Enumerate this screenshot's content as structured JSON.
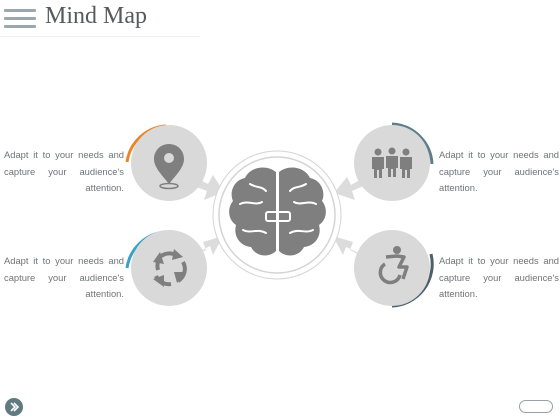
{
  "header": {
    "title": "Mind Map"
  },
  "nodes": [
    {
      "position": "top-left",
      "icon": "map-pin-icon",
      "text": "Adapt it to your needs and capture your audience's attention.",
      "accent": "#e8862a"
    },
    {
      "position": "bottom-left",
      "icon": "recycle-arrows-icon",
      "text": "Adapt it to your needs and capture your audience's attention.",
      "accent": "#3aa0c8"
    },
    {
      "position": "top-right",
      "icon": "people-group-icon",
      "text": "Adapt it to your needs and capture your audience's attention.",
      "accent": "#5e7f8a"
    },
    {
      "position": "bottom-right",
      "icon": "accessibility-icon",
      "text": "Adapt it to your needs and capture your audience's attention.",
      "accent": "#4e5f69"
    }
  ],
  "center": {
    "icon": "brain-icon"
  },
  "colors": {
    "node_fill": "#d9d9d9",
    "icon_fill": "#7f7f7f",
    "arrow": "#dcdcdc"
  }
}
